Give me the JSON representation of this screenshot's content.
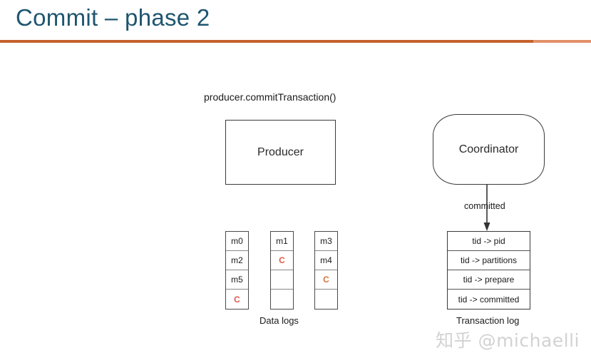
{
  "slide": {
    "title": "Commit – phase 2",
    "title_color": "#1f5570",
    "rule_color_dark": "#c4622d",
    "rule_color_light": "#e2906a"
  },
  "diagram": {
    "commit_call_label": "producer.commitTransaction()",
    "producer_box_label": "Producer",
    "coordinator_box_label": "Coordinator",
    "arrow_label": "committed",
    "data_logs_label": "Data logs",
    "transaction_log_label": "Transaction log",
    "marker_color_red": "#e05a4b",
    "marker_color_orange": "#d2733a",
    "data_logs": [
      {
        "name": "partition-log-1",
        "cells": [
          {
            "text": "m0",
            "kind": "message"
          },
          {
            "text": "m2",
            "kind": "message"
          },
          {
            "text": "m5",
            "kind": "message"
          },
          {
            "text": "C",
            "kind": "commit-marker-red"
          }
        ]
      },
      {
        "name": "partition-log-2",
        "cells": [
          {
            "text": "m1",
            "kind": "message"
          },
          {
            "text": "C",
            "kind": "commit-marker-red"
          },
          {
            "text": "",
            "kind": "empty"
          },
          {
            "text": "",
            "kind": "empty"
          }
        ]
      },
      {
        "name": "partition-log-3",
        "cells": [
          {
            "text": "m3",
            "kind": "message"
          },
          {
            "text": "m4",
            "kind": "message"
          },
          {
            "text": "C",
            "kind": "commit-marker-orange"
          },
          {
            "text": "",
            "kind": "empty"
          }
        ]
      }
    ],
    "transaction_log_rows": [
      "tid -> pid",
      "tid -> partitions",
      "tid -> prepare",
      "tid -> committed"
    ]
  },
  "watermark": {
    "text": "知乎 @michaelli"
  }
}
